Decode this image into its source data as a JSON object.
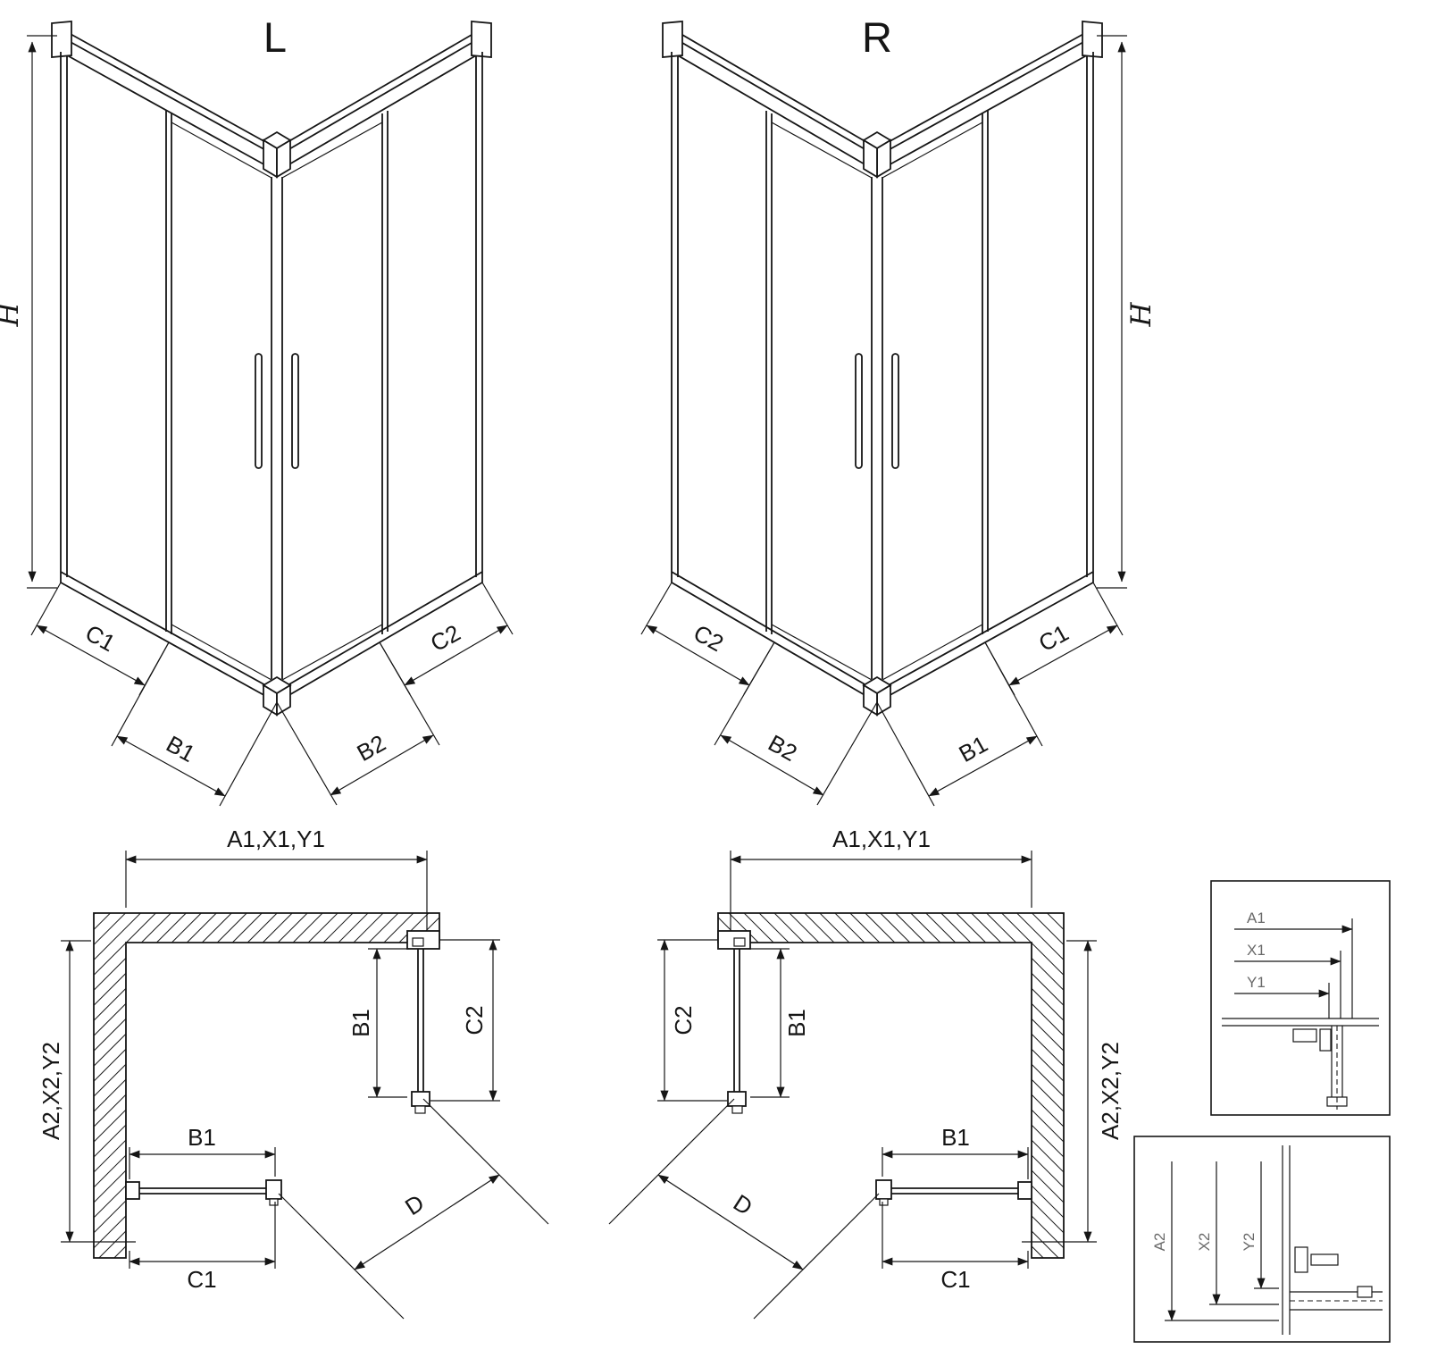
{
  "colors": {
    "background": "#ffffff",
    "line": "#161616",
    "detail_text": "#6a6a6a"
  },
  "iso_left": {
    "variant_label": "L",
    "height_label": "H",
    "outer_left": "C1",
    "inner_left": "B1",
    "inner_right": "B2",
    "outer_right": "C2"
  },
  "iso_right": {
    "variant_label": "R",
    "height_label": "H",
    "outer_left": "C2",
    "inner_left": "B2",
    "inner_right": "B1",
    "outer_right": "C1"
  },
  "plan_left": {
    "width_label": "A1,X1,Y1",
    "depth_label": "A2,X2,Y2",
    "side_door_label": "B1",
    "side_panel_label": "C2",
    "front_door_label": "B1",
    "front_panel_label": "C1",
    "diagonal_label": "D"
  },
  "plan_right": {
    "width_label": "A1,X1,Y1",
    "depth_label": "A2,X2,Y2",
    "side_door_label": "B1",
    "side_panel_label": "C2",
    "front_door_label": "B1",
    "front_panel_label": "C1",
    "diagonal_label": "D"
  },
  "detail_width": {
    "labels": [
      "A1",
      "X1",
      "Y1"
    ]
  },
  "detail_depth": {
    "labels": [
      "A2",
      "X2",
      "Y2"
    ]
  }
}
